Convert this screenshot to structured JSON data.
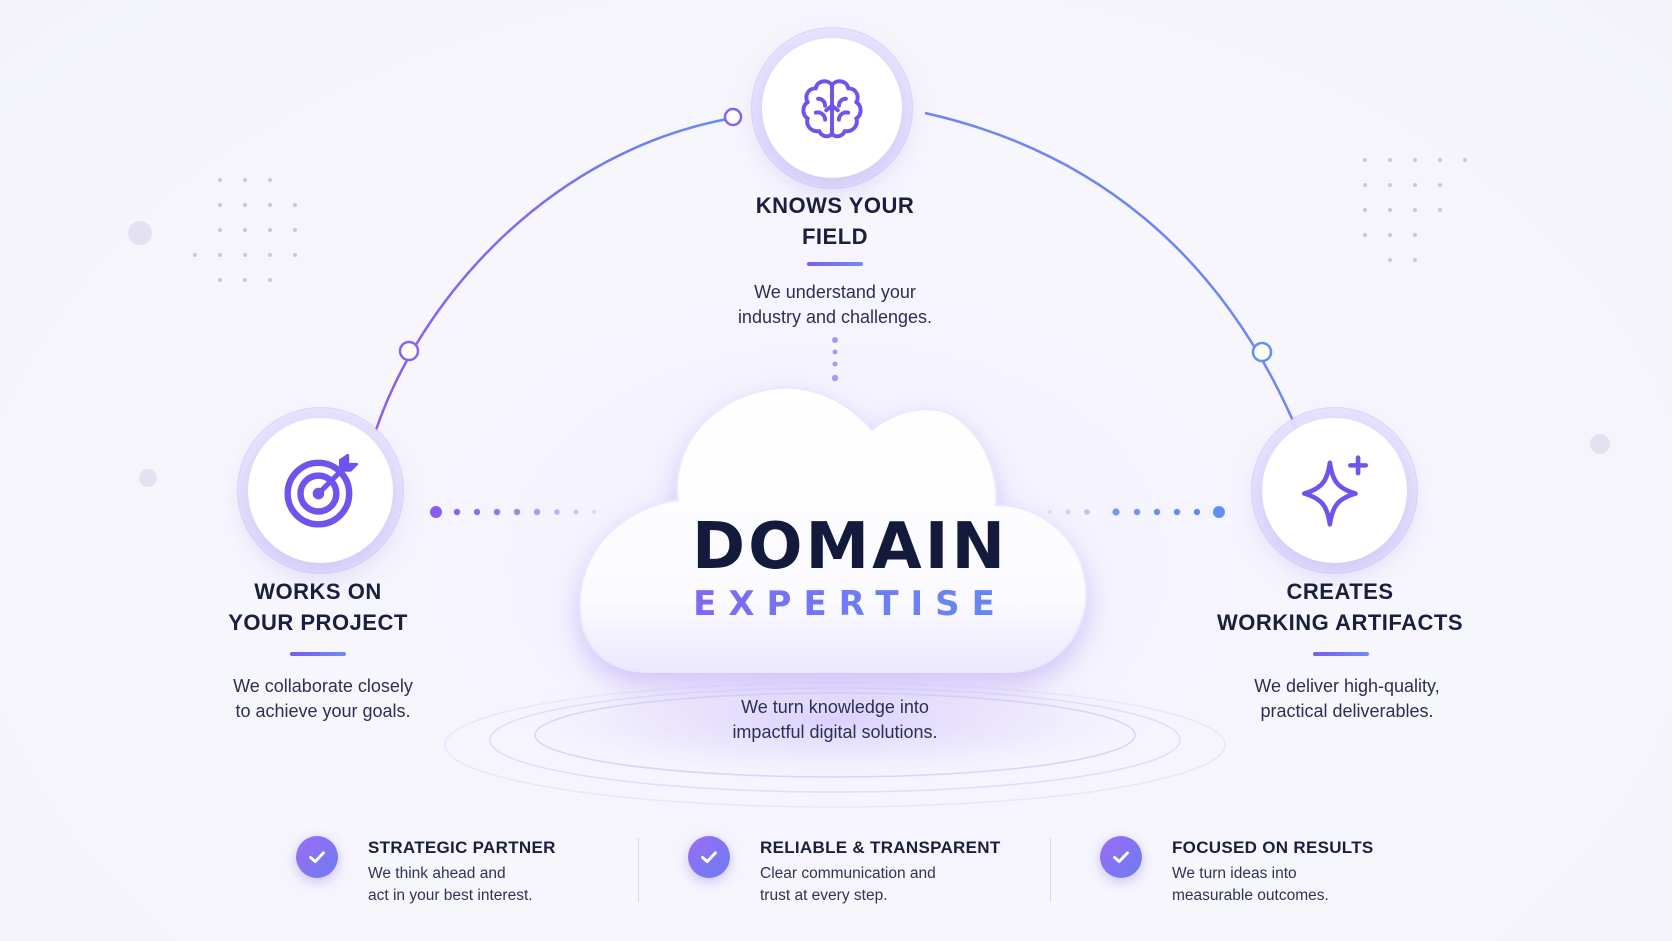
{
  "center": {
    "title": "DOMAIN",
    "subtitle": "EXPERTISE",
    "desc_lines": [
      "We turn knowledge into",
      "impactful digital solutions."
    ]
  },
  "nodes": {
    "top": {
      "icon": "brain-icon",
      "heading_lines": [
        "KNOWS YOUR",
        "FIELD"
      ],
      "desc_lines": [
        "We understand your",
        "industry and challenges."
      ]
    },
    "left": {
      "icon": "target-icon",
      "heading_lines": [
        "WORKS ON",
        "YOUR PROJECT"
      ],
      "desc_lines": [
        "We collaborate closely",
        "to achieve your goals."
      ]
    },
    "right": {
      "icon": "sparkle-icon",
      "heading_lines": [
        "CREATES",
        "WORKING ARTIFACTS"
      ],
      "desc_lines": [
        "We deliver high-quality,",
        "practical deliverables."
      ]
    }
  },
  "features": [
    {
      "icon": "check-icon",
      "title": "STRATEGIC PARTNER",
      "desc_lines": [
        "We think ahead and",
        "act in your best interest."
      ]
    },
    {
      "icon": "check-icon",
      "title": "RELIABLE & TRANSPARENT",
      "desc_lines": [
        "Clear communication and",
        "trust at every step."
      ]
    },
    {
      "icon": "check-icon",
      "title": "FOCUSED ON RESULTS",
      "desc_lines": [
        "We turn ideas into",
        "measurable outcomes."
      ]
    }
  ],
  "colors": {
    "accent_purple": "#7b5cf0",
    "accent_blue": "#5f8ff5",
    "text_dark": "#1a1f3d"
  }
}
